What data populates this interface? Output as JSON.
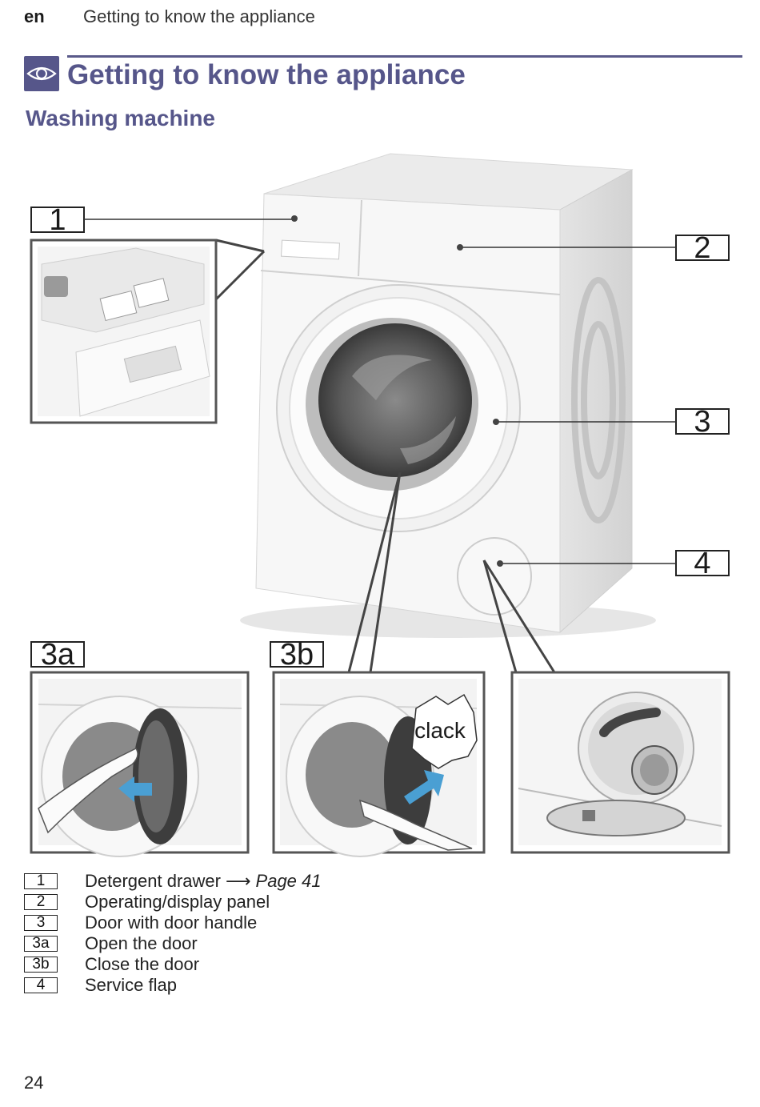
{
  "header": {
    "lang": "en",
    "running_title": "Getting to know the appliance"
  },
  "section": {
    "title": "Getting to know the appliance",
    "subtitle": "Washing machine",
    "icon": "eye-icon"
  },
  "figure": {
    "callouts": [
      "1",
      "2",
      "3",
      "4",
      "3a",
      "3b"
    ],
    "clack_text": "clack"
  },
  "legend": [
    {
      "key": "1",
      "text": "Detergent drawer",
      "arrow": "⟶",
      "ref": "Page 41"
    },
    {
      "key": "2",
      "text": "Operating/display panel"
    },
    {
      "key": "3",
      "text": "Door with door handle"
    },
    {
      "key": "3a",
      "text": "Open the door"
    },
    {
      "key": "3b",
      "text": "Close the door"
    },
    {
      "key": "4",
      "text": "Service flap"
    }
  ],
  "footer": {
    "page_number": "24"
  },
  "colors": {
    "accent": "#56568a",
    "arrow_blue": "#4a9fd3"
  }
}
